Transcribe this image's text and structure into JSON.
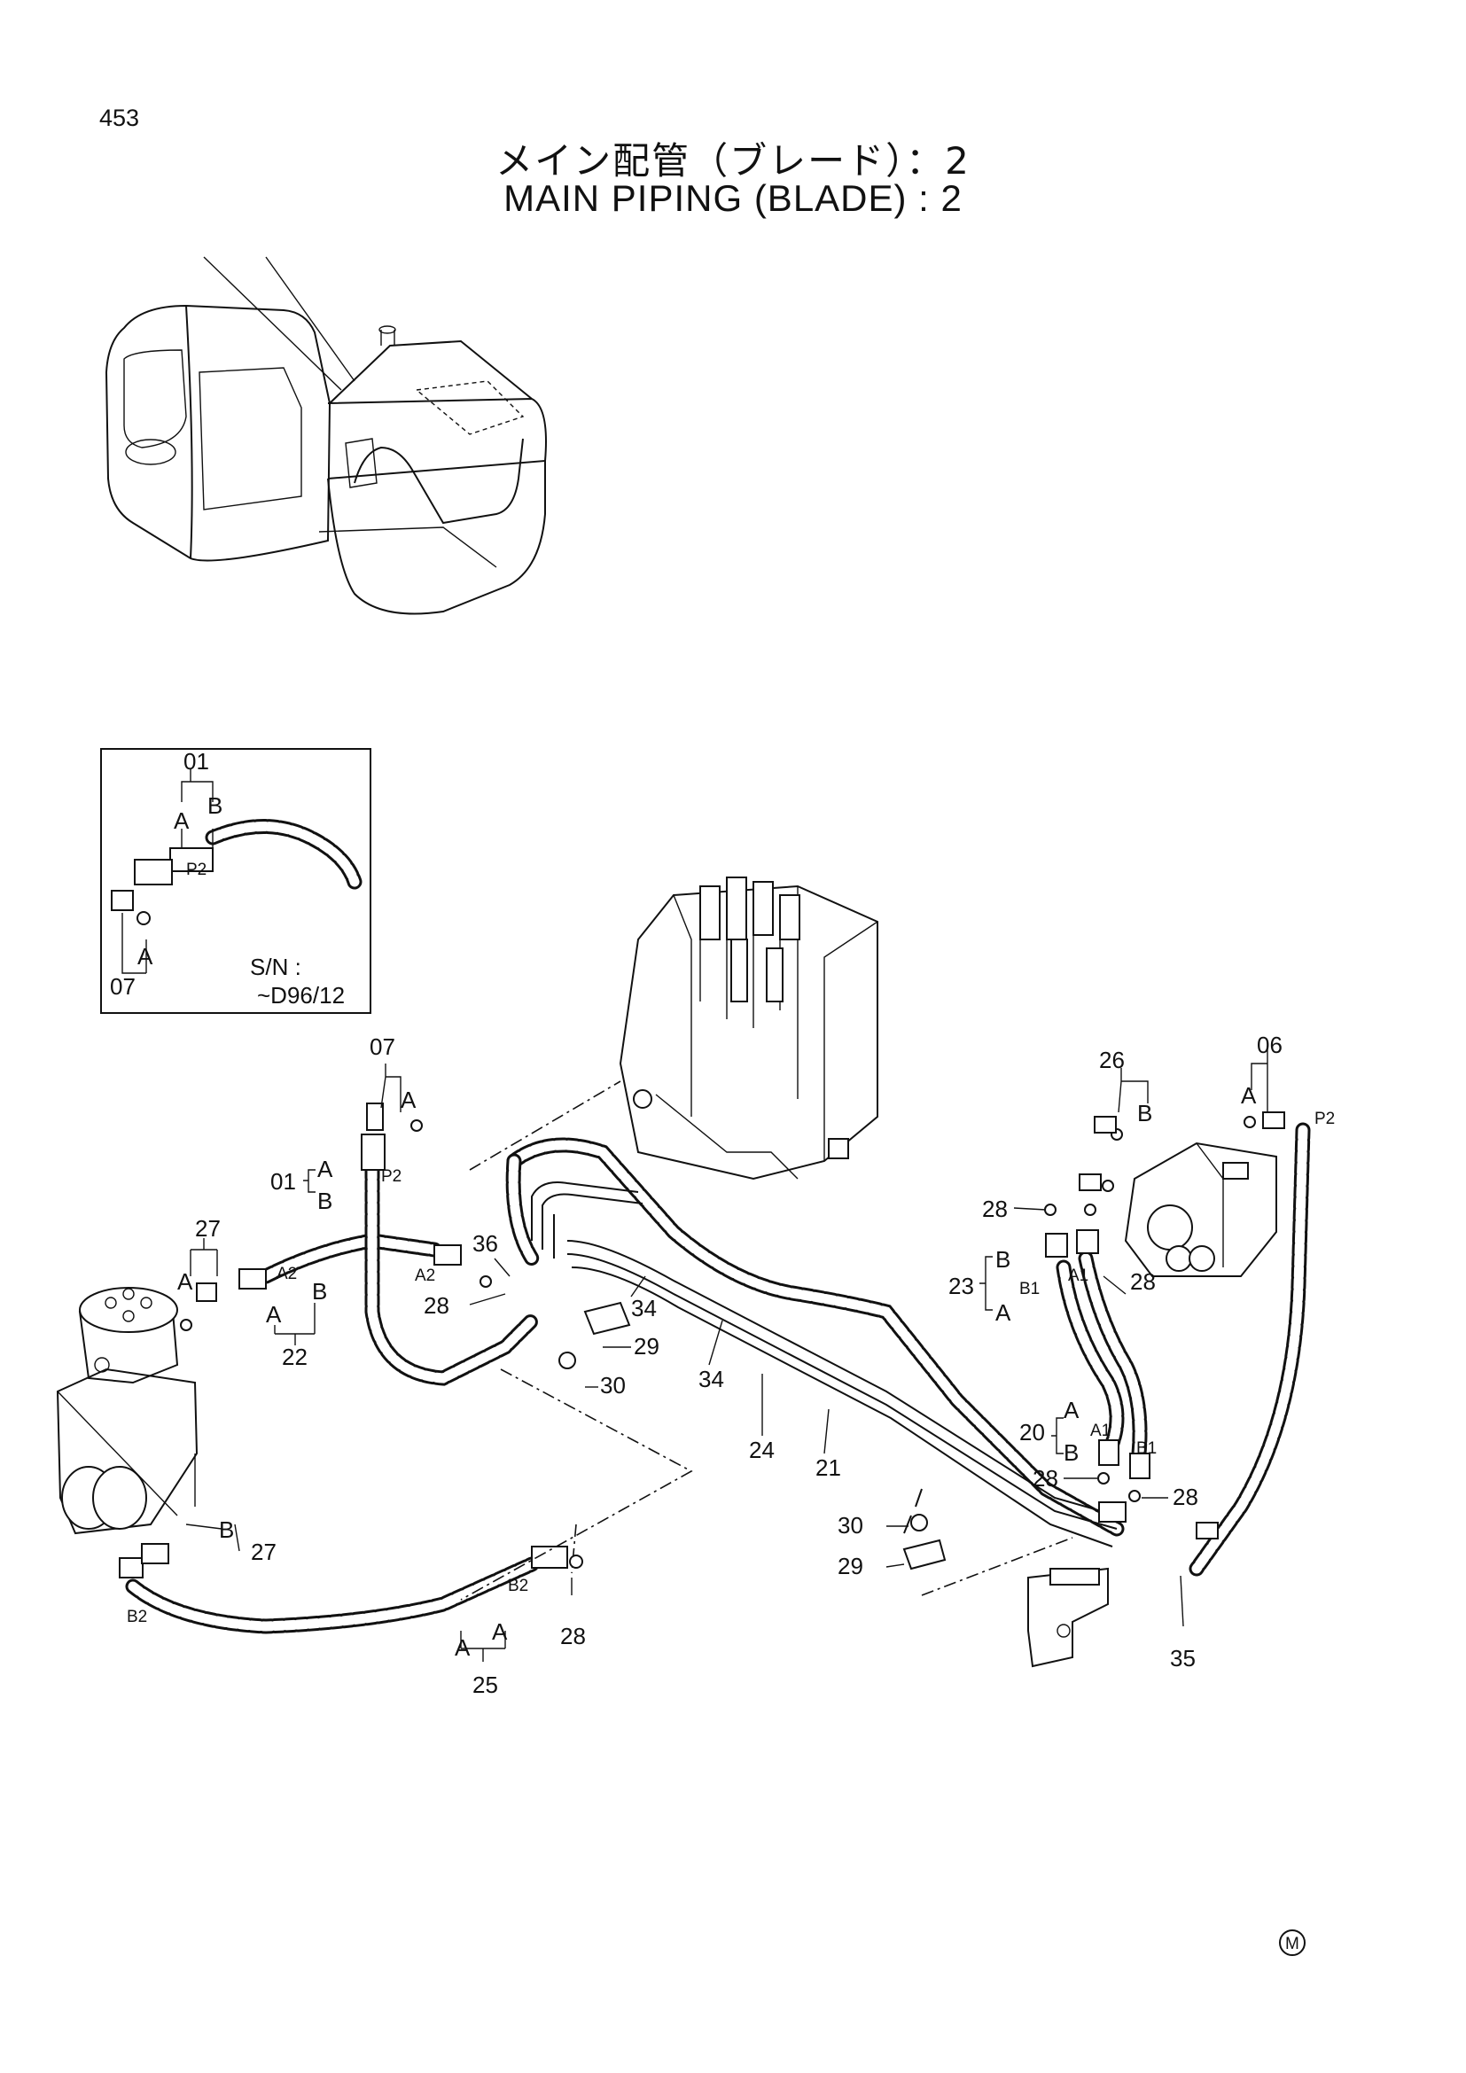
{
  "header": {
    "page_number": "453",
    "title_jp": "メイン配管（ブレード）：2",
    "title_en": "MAIN PIPING (BLADE) : 2"
  },
  "inset": {
    "labels": [
      "01",
      "A",
      "B",
      "P2",
      "A",
      "07"
    ],
    "serial_label": "S/N :",
    "serial_range": "~D96/12"
  },
  "callouts": {
    "part_numbers": [
      "07",
      "01",
      "27",
      "22",
      "28",
      "36",
      "34",
      "29",
      "30",
      "34",
      "24",
      "21",
      "27",
      "28",
      "25",
      "26",
      "06",
      "28",
      "28",
      "23",
      "20",
      "28",
      "28",
      "30",
      "29",
      "35"
    ],
    "letters": [
      "A",
      "A",
      "B",
      "A",
      "A",
      "B",
      "A",
      "A",
      "B",
      "A",
      "B",
      "A",
      "A",
      "B",
      "A",
      "B",
      "A"
    ],
    "ports": [
      "P2",
      "A2",
      "A2",
      "B2",
      "B2",
      "P2",
      "B1",
      "A1",
      "A1",
      "B1"
    ]
  },
  "footer": {
    "mark": "M"
  },
  "icons": {
    "circled_m": "circled-m-icon"
  }
}
